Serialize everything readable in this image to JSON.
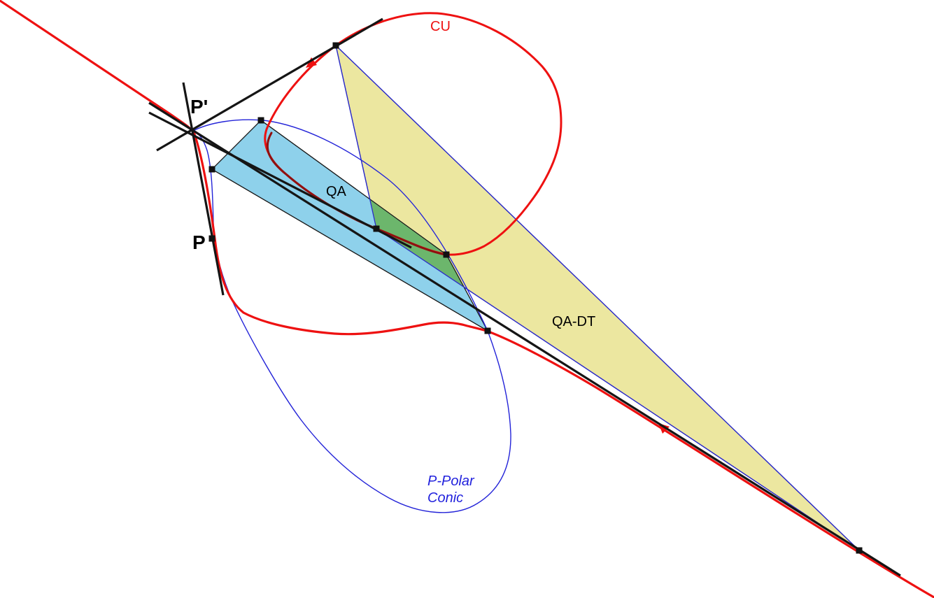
{
  "figure": {
    "labels": {
      "p_prime": "P'",
      "p": "P",
      "cubic": "CU",
      "quadrangle": "QA",
      "diagonal_triangle": "QA-DT",
      "polar_conic_line1": "P-Polar",
      "polar_conic_line2": "Conic"
    },
    "colors": {
      "background": "#ffffff",
      "cubic_curve": "#ee1111",
      "cubic_curve_shaded": "#8f1010",
      "cubic_label": "#ee1111",
      "polar_conic": "#2323d8",
      "polar_conic_label": "#2222dd",
      "triangle_fill": "#ece7a0",
      "triangle_edge": "#2c2cc8",
      "quadrangle_fill": "#8ed1eb",
      "quadrangle_edge": "#1a1a1a",
      "overlap_fill": "#6cb66c",
      "construction_line": "#151515",
      "point_marker": "#111111",
      "point_label": "#000000"
    }
  }
}
